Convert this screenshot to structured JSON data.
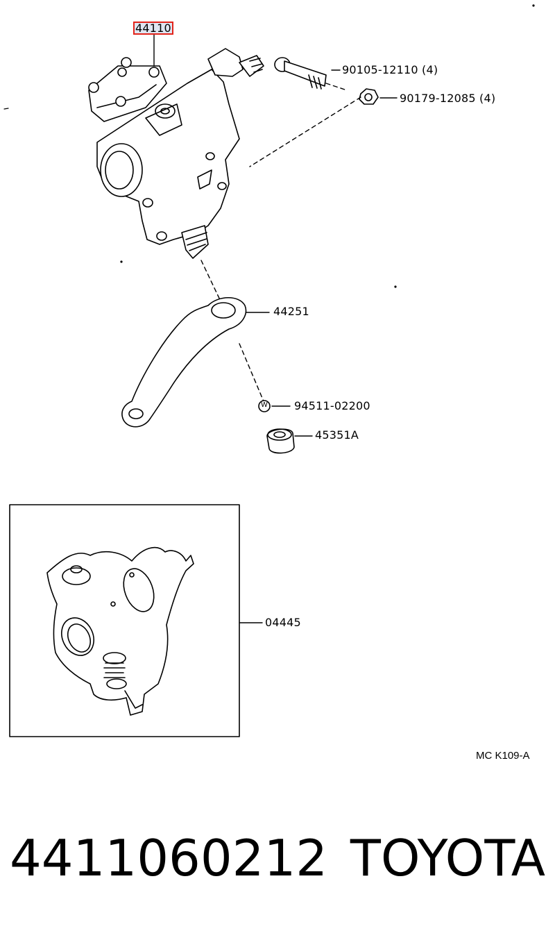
{
  "diagram": {
    "callouts": {
      "steering_gear": "44110",
      "bolt": "90105-12110 (4)",
      "nut": "90179-12085 (4)",
      "pitman_arm": "44251",
      "washer": "94511-02200",
      "washer_symbol": "W",
      "nut_pitman": "45351A",
      "repair_kit": "04445"
    },
    "reference_code": "MC K109-A",
    "highlight_color": "#e2231a"
  },
  "footer": {
    "part_number": "4411060212",
    "brand": "TOYOTA"
  }
}
